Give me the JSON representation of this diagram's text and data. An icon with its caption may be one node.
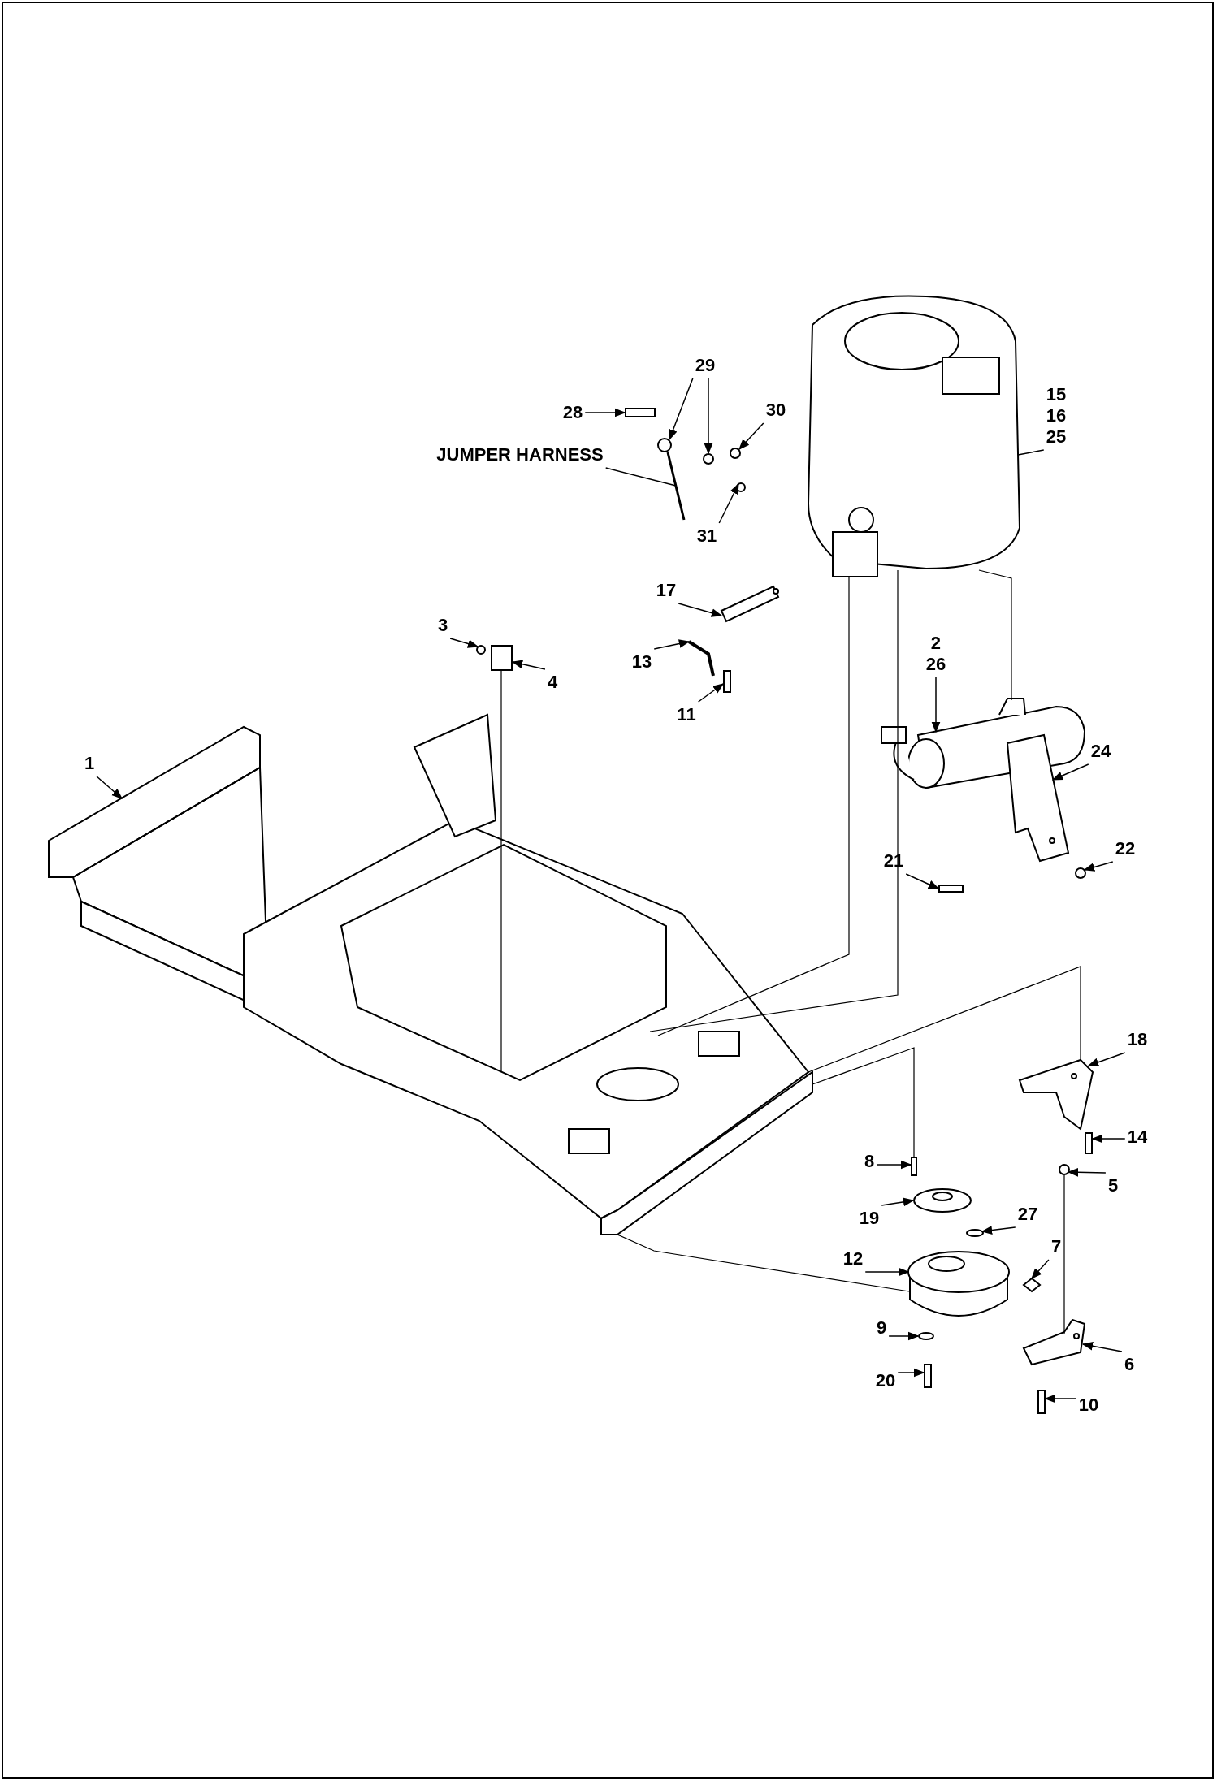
{
  "diagram": {
    "nodes": [
      {
        "text": [
          "29"
        ]
      },
      {
        "text": [
          "28"
        ]
      },
      {
        "text": [
          "30"
        ]
      },
      {
        "text": [
          "JUMPER HARNESS"
        ]
      },
      {
        "text": [
          "15",
          "16",
          "25"
        ]
      },
      {
        "text": [
          "31"
        ]
      },
      {
        "text": [
          "17"
        ]
      },
      {
        "text": [
          "2",
          "26"
        ]
      },
      {
        "text": [
          "3"
        ]
      },
      {
        "text": [
          "13"
        ]
      },
      {
        "text": [
          "4"
        ]
      },
      {
        "text": [
          "11"
        ]
      },
      {
        "text": [
          "24"
        ]
      },
      {
        "text": [
          "1"
        ]
      },
      {
        "text": [
          "22"
        ]
      },
      {
        "text": [
          "21"
        ]
      },
      {
        "text": [
          "18"
        ]
      },
      {
        "text": [
          "14"
        ]
      },
      {
        "text": [
          "8"
        ]
      },
      {
        "text": [
          "5"
        ]
      },
      {
        "text": [
          "19"
        ]
      },
      {
        "text": [
          "27"
        ]
      },
      {
        "text": [
          "7"
        ]
      },
      {
        "text": [
          "12"
        ]
      },
      {
        "text": [
          "9"
        ]
      },
      {
        "text": [
          "6"
        ]
      },
      {
        "text": [
          "20"
        ]
      },
      {
        "text": [
          "10"
        ]
      },
      {
        "text": [],
        "shape": "circle"
      },
      {
        "text": [],
        "shape": "circle"
      },
      {
        "text": [],
        "shape": "box"
      },
      {
        "text": [],
        "shape": "circle"
      },
      {
        "text": [],
        "shape": "picture"
      },
      {
        "text": [],
        "shape": "picture"
      },
      {
        "text": [],
        "shape": "circle"
      },
      {
        "text": [],
        "shape": "picture"
      },
      {
        "text": [],
        "shape": "picture"
      },
      {
        "text": [],
        "shape": "circle"
      },
      {
        "text": [],
        "shape": "picture"
      },
      {
        "text": [],
        "shape": "box"
      },
      {
        "text": [],
        "shape": "box"
      },
      {
        "text": [],
        "shape": "picture"
      },
      {
        "text": [],
        "shape": "picture"
      },
      {
        "text": [],
        "shape": "circle"
      },
      {
        "text": [],
        "shape": "box"
      },
      {
        "text": [],
        "shape": "picture"
      },
      {
        "text": [],
        "shape": "box"
      },
      {
        "text": [],
        "shape": "box"
      },
      {
        "text": [],
        "shape": "circle"
      },
      {
        "text": [],
        "shape": "picture"
      },
      {
        "text": [],
        "shape": "circle"
      },
      {
        "text": [],
        "shape": "diamond"
      },
      {
        "text": [],
        "shape": "picture"
      },
      {
        "text": [],
        "shape": "circle"
      },
      {
        "text": [],
        "shape": "picture"
      },
      {
        "text": [],
        "shape": "box"
      },
      {
        "text": [],
        "shape": "box"
      }
    ],
    "edges": [
      {
        "from": 0,
        "to": 28,
        "arrow": "to"
      },
      {
        "from": 0,
        "to": 29,
        "arrow": "to"
      },
      {
        "from": 1,
        "to": 30,
        "arrow": "to"
      },
      {
        "from": 2,
        "to": 31,
        "arrow": "to"
      },
      {
        "from": 3,
        "to": 32,
        "arrow": "none"
      },
      {
        "from": 4,
        "to": 33,
        "arrow": "none"
      },
      {
        "from": 5,
        "to": 34,
        "arrow": "to"
      },
      {
        "from": 6,
        "to": 35,
        "arrow": "to"
      },
      {
        "from": 7,
        "to": 36,
        "arrow": "to"
      },
      {
        "from": 8,
        "to": 37,
        "arrow": "to"
      },
      {
        "from": 9,
        "to": 38,
        "arrow": "to"
      },
      {
        "from": 10,
        "to": 39,
        "arrow": "to"
      },
      {
        "from": 11,
        "to": 40,
        "arrow": "to"
      },
      {
        "from": 12,
        "to": 41,
        "arrow": "to"
      },
      {
        "from": 13,
        "to": 42,
        "arrow": "to"
      },
      {
        "from": 14,
        "to": 43,
        "arrow": "to"
      },
      {
        "from": 15,
        "to": 44,
        "arrow": "to"
      },
      {
        "from": 16,
        "to": 45,
        "arrow": "to"
      },
      {
        "from": 17,
        "to": 46,
        "arrow": "to"
      },
      {
        "from": 18,
        "to": 47,
        "arrow": "to"
      },
      {
        "from": 19,
        "to": 48,
        "arrow": "to"
      },
      {
        "from": 20,
        "to": 49,
        "arrow": "to"
      },
      {
        "from": 21,
        "to": 50,
        "arrow": "to"
      },
      {
        "from": 22,
        "to": 51,
        "arrow": "to"
      },
      {
        "from": 23,
        "to": 52,
        "arrow": "to"
      },
      {
        "from": 24,
        "to": 53,
        "arrow": "to"
      },
      {
        "from": 25,
        "to": 54,
        "arrow": "to"
      },
      {
        "from": 26,
        "to": 55,
        "arrow": "to"
      },
      {
        "from": 27,
        "to": 56,
        "arrow": "to"
      },
      {
        "from": 33,
        "to": 42,
        "arrow": "none"
      },
      {
        "from": 33,
        "to": 42,
        "arrow": "none"
      },
      {
        "from": 39,
        "to": 42,
        "arrow": "none"
      },
      {
        "from": 33,
        "to": 36,
        "arrow": "none"
      },
      {
        "from": 42,
        "to": 45,
        "arrow": "none"
      },
      {
        "from": 42,
        "to": 47,
        "arrow": "none"
      },
      {
        "from": 42,
        "to": 52,
        "arrow": "none"
      },
      {
        "from": 48,
        "to": 54,
        "arrow": "none"
      }
    ]
  }
}
